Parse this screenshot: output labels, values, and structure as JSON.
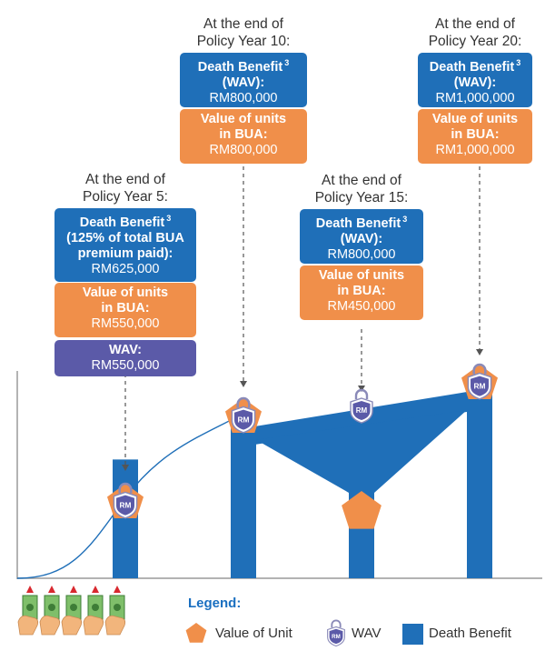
{
  "milestones": [
    {
      "heading": [
        "At the end of",
        "Policy Year 5:"
      ],
      "boxes": [
        {
          "kind": "blue",
          "lines": [
            "Death Benefit",
            "(125% of total BUA",
            "premium paid):"
          ],
          "sup": "3",
          "value": "RM625,000"
        },
        {
          "kind": "orange",
          "lines": [
            "Value of units",
            "in BUA:"
          ],
          "value": "RM550,000"
        },
        {
          "kind": "purple",
          "lines": [
            "WAV:"
          ],
          "value": "RM550,000"
        }
      ]
    },
    {
      "heading": [
        "At the end of",
        "Policy Year 10:"
      ],
      "boxes": [
        {
          "kind": "blue",
          "lines": [
            "Death Benefit",
            "(WAV):"
          ],
          "sup": "3",
          "value": "RM800,000"
        },
        {
          "kind": "orange",
          "lines": [
            "Value of units",
            "in BUA:"
          ],
          "value": "RM800,000"
        }
      ]
    },
    {
      "heading": [
        "At the end of",
        "Policy Year 15:"
      ],
      "boxes": [
        {
          "kind": "blue",
          "lines": [
            "Death Benefit",
            "(WAV):"
          ],
          "sup": "3",
          "value": "RM800,000"
        },
        {
          "kind": "orange",
          "lines": [
            "Value of units",
            "in BUA:"
          ],
          "value": "RM450,000"
        }
      ]
    },
    {
      "heading": [
        "At the end of",
        "Policy Year 20:"
      ],
      "boxes": [
        {
          "kind": "blue",
          "lines": [
            "Death Benefit",
            "(WAV):"
          ],
          "sup": "3",
          "value": "RM1,000,000"
        },
        {
          "kind": "orange",
          "lines": [
            "Value of units",
            "in BUA:"
          ],
          "value": "RM1,000,000"
        }
      ]
    }
  ],
  "legend": {
    "title": "Legend:",
    "items": [
      {
        "label": "Value of Unit",
        "icon": "pentagon-icon"
      },
      {
        "label": "WAV",
        "icon": "rm-shield-icon"
      },
      {
        "label": "Death Benefit",
        "icon": "square-icon"
      }
    ]
  },
  "icon_text": "RM",
  "colors": {
    "blue": "#1f6fb8",
    "orange": "#f08f4a",
    "purple": "#5b5aa8",
    "axis": "#9a9a9a"
  },
  "chart_data": {
    "type": "bar",
    "categories": [
      "Policy Year 5",
      "Policy Year 10",
      "Policy Year 15",
      "Policy Year 20"
    ],
    "series": [
      {
        "name": "Death Benefit",
        "values": [
          625000,
          800000,
          800000,
          1000000
        ]
      },
      {
        "name": "Value of Unit",
        "values": [
          550000,
          800000,
          450000,
          1000000
        ]
      },
      {
        "name": "WAV",
        "values": [
          550000,
          800000,
          800000,
          1000000
        ]
      }
    ],
    "premium_payments": 5,
    "ylim": [
      0,
      1000000
    ]
  }
}
